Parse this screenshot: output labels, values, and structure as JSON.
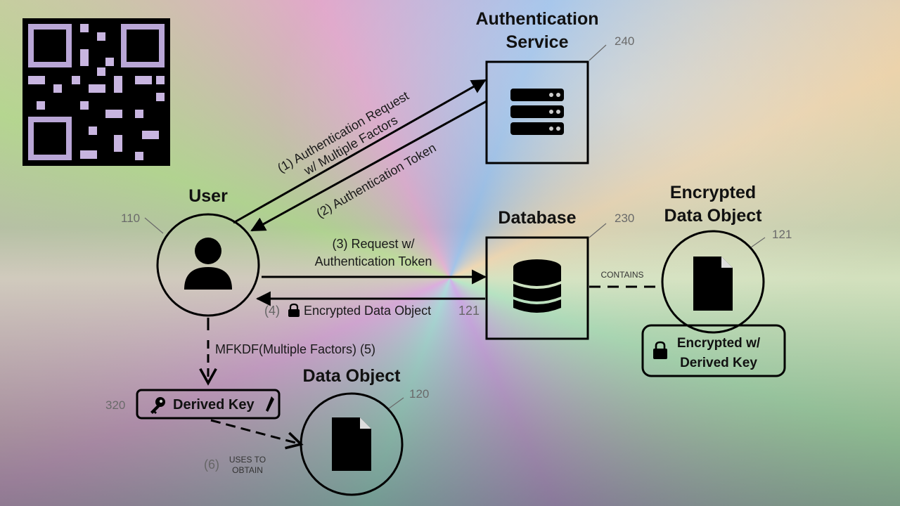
{
  "nodes": {
    "auth_service": {
      "title_line1": "Authentication",
      "title_line2": "Service",
      "ref": "240",
      "icon": "server-icon"
    },
    "database": {
      "title": "Database",
      "ref": "230",
      "icon": "database-icon"
    },
    "user": {
      "title": "User",
      "ref": "110",
      "icon": "user-icon"
    },
    "encrypted_data_object": {
      "title_line1": "Encrypted",
      "title_line2": "Data Object",
      "ref": "121",
      "icon": "file-icon",
      "badge_line1": "Encrypted w/",
      "badge_line2": "Derived Key",
      "badge_icon": "lock-icon"
    },
    "data_object": {
      "title": "Data Object",
      "ref": "120",
      "icon": "file-icon"
    },
    "derived_key": {
      "label": "Derived Key",
      "ref": "320",
      "icon": "key-icon",
      "right_icon": "pen-icon"
    }
  },
  "edges": {
    "e1": {
      "line1": "(1) Authentication Request",
      "line2": "w/ Multiple Factors"
    },
    "e2": {
      "line1": "(2) Authentication Token"
    },
    "e3": {
      "line1": "(3) Request w/",
      "line2": "Authentication Token"
    },
    "e4": {
      "prefix": "(4)",
      "label": "Encrypted Data Object",
      "suffix": "121",
      "icon": "lock-icon"
    },
    "e5": {
      "label": "MFKDF(Multiple Factors) (5)"
    },
    "e6": {
      "step": "(6)",
      "line1": "USES TO",
      "line2": "OBTAIN"
    },
    "contains": {
      "label": "CONTAINS"
    }
  },
  "qr_code": {
    "icon": "qr-code-icon"
  }
}
